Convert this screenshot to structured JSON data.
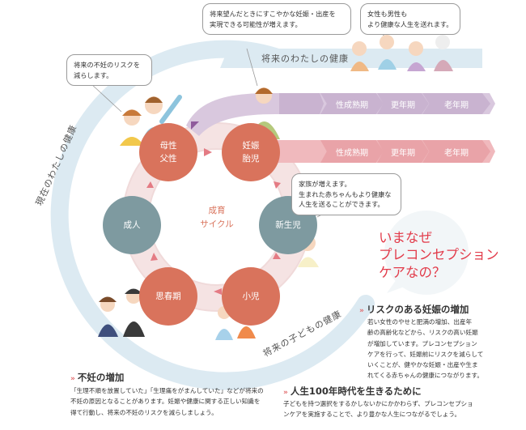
{
  "cycle": {
    "center_label": [
      "成育",
      "サイクル"
    ],
    "stages": [
      {
        "id": "parent",
        "lines": [
          "母性",
          "父性"
        ],
        "color": "#d9735c"
      },
      {
        "id": "pregnancy",
        "lines": [
          "妊娠",
          "胎児"
        ],
        "color": "#d9735c"
      },
      {
        "id": "newborn",
        "lines": [
          "新生児"
        ],
        "color": "#7e9aa0"
      },
      {
        "id": "child",
        "lines": [
          "小児"
        ],
        "color": "#d9735c"
      },
      {
        "id": "adolescence",
        "lines": [
          "思春期"
        ],
        "color": "#d9735c"
      },
      {
        "id": "adult",
        "lines": [
          "成人"
        ],
        "color": "#7e9aa0"
      }
    ],
    "arcs": {
      "future_self": "将来のわたしの健康",
      "current_self": "現在のわたしの健康",
      "future_child": "将来の子どもの健康"
    },
    "lanes": {
      "upper": [
        "性成熟期",
        "更年期",
        "老年期"
      ],
      "lower": [
        "性成熟期",
        "更年期",
        "老年期"
      ]
    }
  },
  "bubbles": {
    "infertility_risk": [
      "将来の不妊のリスクを",
      "減らします。"
    ],
    "healthy_pregnancy": [
      "将来望んだときにすこやかな妊娠・出産を",
      "実現できる可能性が増えます。"
    ],
    "healthy_life": [
      "女性も男性も",
      "より健康な人生を送れます。"
    ],
    "family": [
      "家族が増えます。",
      "生まれた赤ちゃんもより健康な",
      "人生を送ることができます。"
    ]
  },
  "question": [
    "いまなぜ",
    "プレコンセプション",
    "ケアなの？"
  ],
  "sections": {
    "risk": {
      "title": "リスクのある妊娠の増加",
      "lines": [
        "若い女性のやせと肥満の増加、出産年",
        "齢の高齢化などから、リスクの高い妊娠",
        "が増加しています。プレコンセプション",
        "ケアを行って、妊娠前にリスクを減らして",
        "いくことが、健やかな妊娠・出産や生ま",
        "れてくる赤ちゃんの健康につながります。"
      ]
    },
    "infertility": {
      "title": "不妊の増加",
      "lines": [
        "「生理不順を放置していた」「生理痛をがまんしていた」などが将来の",
        "不妊の原因となることがあります。妊娠や健康に関する正しい知識を",
        "得て行動し、将来の不妊のリスクを減らしましょう。"
      ]
    },
    "life100": {
      "title": "人生100年時代を生きるために",
      "lines": [
        "子どもを持つ選択をするかしないかにかかわらず、プレコンセプショ",
        "ンケアを実施することで、より豊かな人生につながるでしょう。"
      ]
    }
  },
  "icons": {
    "section_marker": "»"
  },
  "colors": {
    "coral": "#d9735c",
    "slate": "#7e9aa0",
    "pink_arc": "#f3d4d4",
    "lilac_lane": "#c9b6cf",
    "pink_lane": "#e9a3a8",
    "blue_ring": "#dbe9f1",
    "title_red": "#e23b4a"
  }
}
